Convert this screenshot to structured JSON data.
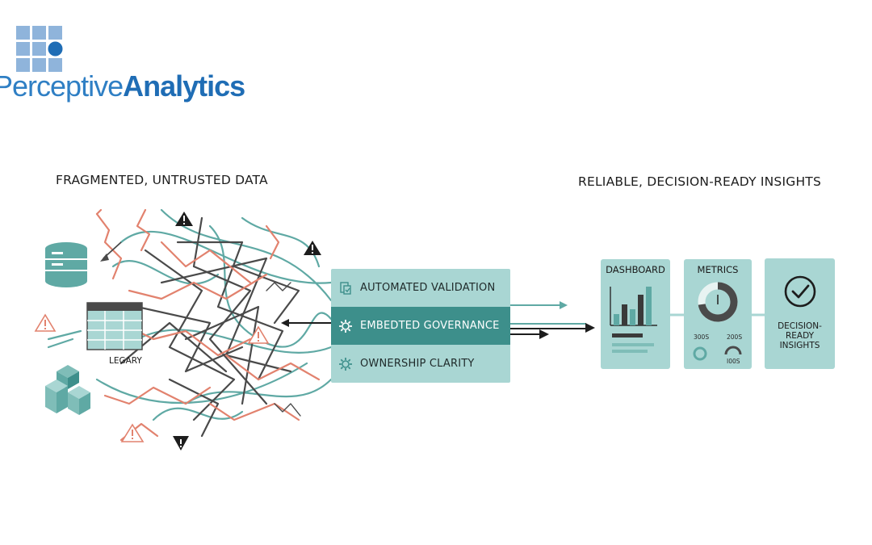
{
  "logo": {
    "text_light": "erceptive",
    "text_bold": "Analytics",
    "text_cut": "P"
  },
  "left_heading": "FRAGMENTED, UNTRUSTED DATA",
  "right_heading": "RELIABLE, DECISION-READY INSIGHTS",
  "legacy_label": "LEGARY",
  "governance": [
    {
      "label": "AUTOMATED VALIDATION",
      "icon": "document-check-icon"
    },
    {
      "label": "EMBEDTED GOVERNANCE",
      "icon": "gear-icon"
    },
    {
      "label": "OWNERSHIP CLARITY",
      "icon": "gear-icon"
    }
  ],
  "dashboard": {
    "title": "DASHBOARD"
  },
  "metrics": {
    "title": "METRICS",
    "num_left": "300S",
    "num_right": "200S",
    "num_gauge": "I00S"
  },
  "insights": {
    "line1": "DECISION-READY",
    "line2": "INSIGHTS"
  },
  "colors": {
    "teal": "#5fa9a4",
    "teal_dark": "#3d8f8b",
    "teal_light": "#a9d6d3",
    "coral": "#e2826e",
    "gray": "#4a4a4a",
    "logo_blue": "#2f7fc4"
  }
}
